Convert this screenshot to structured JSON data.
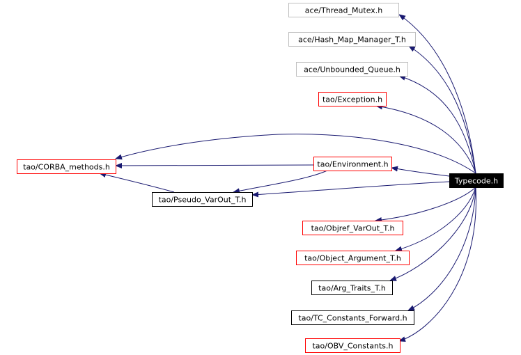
{
  "diagram": {
    "type": "include-dependency-graph",
    "nodes": [
      {
        "id": "n_mutex",
        "label": "ace/Thread_Mutex.h",
        "style": "gray"
      },
      {
        "id": "n_hmm",
        "label": "ace/Hash_Map_Manager_T.h",
        "style": "gray"
      },
      {
        "id": "n_ubq",
        "label": "ace/Unbounded_Queue.h",
        "style": "gray"
      },
      {
        "id": "n_exc",
        "label": "tao/Exception.h",
        "style": "red"
      },
      {
        "id": "n_corba",
        "label": "tao/CORBA_methods.h",
        "style": "red"
      },
      {
        "id": "n_env",
        "label": "tao/Environment.h",
        "style": "red"
      },
      {
        "id": "n_typecode",
        "label": "Typecode.h",
        "style": "root"
      },
      {
        "id": "n_pvo",
        "label": "tao/Pseudo_VarOut_T.h",
        "style": "black"
      },
      {
        "id": "n_ovo",
        "label": "tao/Objref_VarOut_T.h",
        "style": "red"
      },
      {
        "id": "n_oarg",
        "label": "tao/Object_Argument_T.h",
        "style": "red"
      },
      {
        "id": "n_argt",
        "label": "tao/Arg_Traits_T.h",
        "style": "black"
      },
      {
        "id": "n_tcf",
        "label": "tao/TC_Constants_Forward.h",
        "style": "black"
      },
      {
        "id": "n_obv",
        "label": "tao/OBV_Constants.h",
        "style": "red"
      }
    ],
    "edges": [
      {
        "from": "n_typecode",
        "to": "n_mutex"
      },
      {
        "from": "n_typecode",
        "to": "n_hmm"
      },
      {
        "from": "n_typecode",
        "to": "n_ubq"
      },
      {
        "from": "n_typecode",
        "to": "n_exc"
      },
      {
        "from": "n_typecode",
        "to": "n_corba"
      },
      {
        "from": "n_typecode",
        "to": "n_env"
      },
      {
        "from": "n_typecode",
        "to": "n_pvo"
      },
      {
        "from": "n_typecode",
        "to": "n_ovo"
      },
      {
        "from": "n_typecode",
        "to": "n_oarg"
      },
      {
        "from": "n_typecode",
        "to": "n_argt"
      },
      {
        "from": "n_typecode",
        "to": "n_tcf"
      },
      {
        "from": "n_typecode",
        "to": "n_obv"
      },
      {
        "from": "n_env",
        "to": "n_corba"
      },
      {
        "from": "n_env",
        "to": "n_pvo"
      },
      {
        "from": "n_pvo",
        "to": "n_corba"
      }
    ],
    "colors": {
      "edge": "#191970",
      "gray_border": "#bfbfbf",
      "red_border": "#ff0000",
      "black_border": "#000000",
      "root_fill": "#000000",
      "root_text": "#ffffff",
      "text": "#000000"
    }
  }
}
